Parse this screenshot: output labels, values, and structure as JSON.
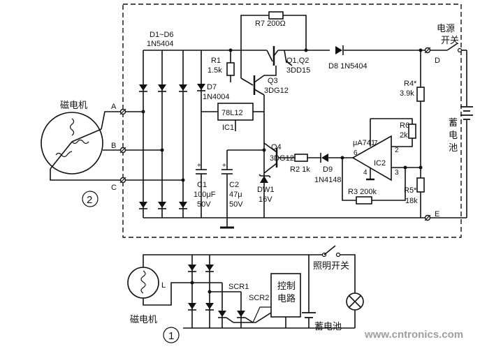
{
  "labels": {
    "diodes": "D1~D6",
    "diodes_type": "1N5404",
    "r7": "R7  200Ω",
    "r1": "R1",
    "r1_val": "1.5k",
    "q12": "Q1,Q2",
    "q12_type": "3DD15",
    "q3": "Q3",
    "q3_type": "3DG12",
    "d7": "D7",
    "d7_type": "1N4004",
    "ic1_chip": "78L12",
    "ic1": "IC1",
    "d8": "D8  1N5404",
    "r4": "R4*",
    "r4_val": "3.9k",
    "r6": "R6",
    "r6_val": "2k",
    "opamp": "μA741",
    "ic2": "IC2",
    "pin7": "7",
    "pin6": "6",
    "pin2": "2",
    "pin3": "3",
    "pin4": "4",
    "q4": "Q4",
    "q4_type": "3DG12",
    "r2": "R2  1k",
    "d9": "D9",
    "d9_type": "1N4148",
    "r3": "R3  200k",
    "r5": "R5*",
    "r5_val": "18k",
    "c1": "C1",
    "c1_val": "100μF",
    "c1_volt": "50V",
    "c2": "C2",
    "c2_val": "47μ",
    "c2_volt": "50V",
    "dw1": "DW1",
    "dw1_val": "16V",
    "term_a": "A",
    "term_b": "B",
    "term_c": "C",
    "term_d": "D",
    "term_e": "E",
    "magneto": "磁电机",
    "power_switch": "电源开关",
    "battery": "蓄电池",
    "fig2": "2",
    "lamp_switch": "照明开关",
    "control_line1": "控制",
    "control_line2": "电路",
    "scr1": "SCR1",
    "scr2": "SCR2",
    "coil_l": "L",
    "magneto_b": "磁电机",
    "battery_b": "蓄电池",
    "fig1": "1",
    "watermark": "www.cntronics.com"
  }
}
